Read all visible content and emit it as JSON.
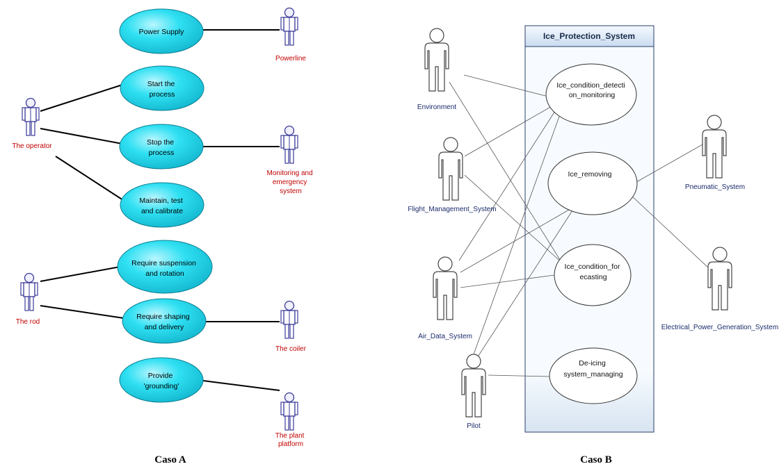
{
  "caso_a": {
    "caption": "Caso A",
    "use_cases": {
      "power_supply": [
        "Power Supply"
      ],
      "start": [
        "Start the",
        "process"
      ],
      "stop": [
        "Stop the",
        "process"
      ],
      "maintain": [
        "Maintain, test",
        "and calibrate"
      ],
      "suspension": [
        "Require suspension",
        "and rotation"
      ],
      "shaping": [
        "Require shaping",
        "and delivery"
      ],
      "grounding": [
        "Provide",
        "'grounding'"
      ]
    },
    "actors": {
      "powerline": [
        "Powerline"
      ],
      "operator": [
        "The operator"
      ],
      "monitoring": [
        "Monitoring and",
        "emergency",
        "system"
      ],
      "rod": [
        "The rod"
      ],
      "coiler": [
        "The coiler"
      ],
      "plant": [
        "The plant",
        "platform"
      ]
    }
  },
  "caso_b": {
    "caption": "Caso B",
    "system_title": "Ice_Protection_System",
    "use_cases": {
      "detection": [
        "Ice_condition_detecti",
        "on_monitoring"
      ],
      "removing": [
        "Ice_removing"
      ],
      "forecasting": [
        "Ice_condition_for",
        "ecasting"
      ],
      "deicing": [
        "De-icing",
        "system_managing"
      ]
    },
    "actors": {
      "environment": [
        "Environment"
      ],
      "fms": [
        "Flight_Management_System"
      ],
      "air_data": [
        "Air_Data_System"
      ],
      "pilot": [
        "Pilot"
      ],
      "pneumatic": [
        "Pneumatic_System"
      ],
      "electrical": [
        "Electrical_Power_Generation_System"
      ]
    }
  },
  "colors": {
    "use_case_fill_a": "#26d9ec",
    "actor_label_a": "#c00000",
    "actor_stroke": "#3a3a9a",
    "boundary_fill": "#eef4fb"
  }
}
